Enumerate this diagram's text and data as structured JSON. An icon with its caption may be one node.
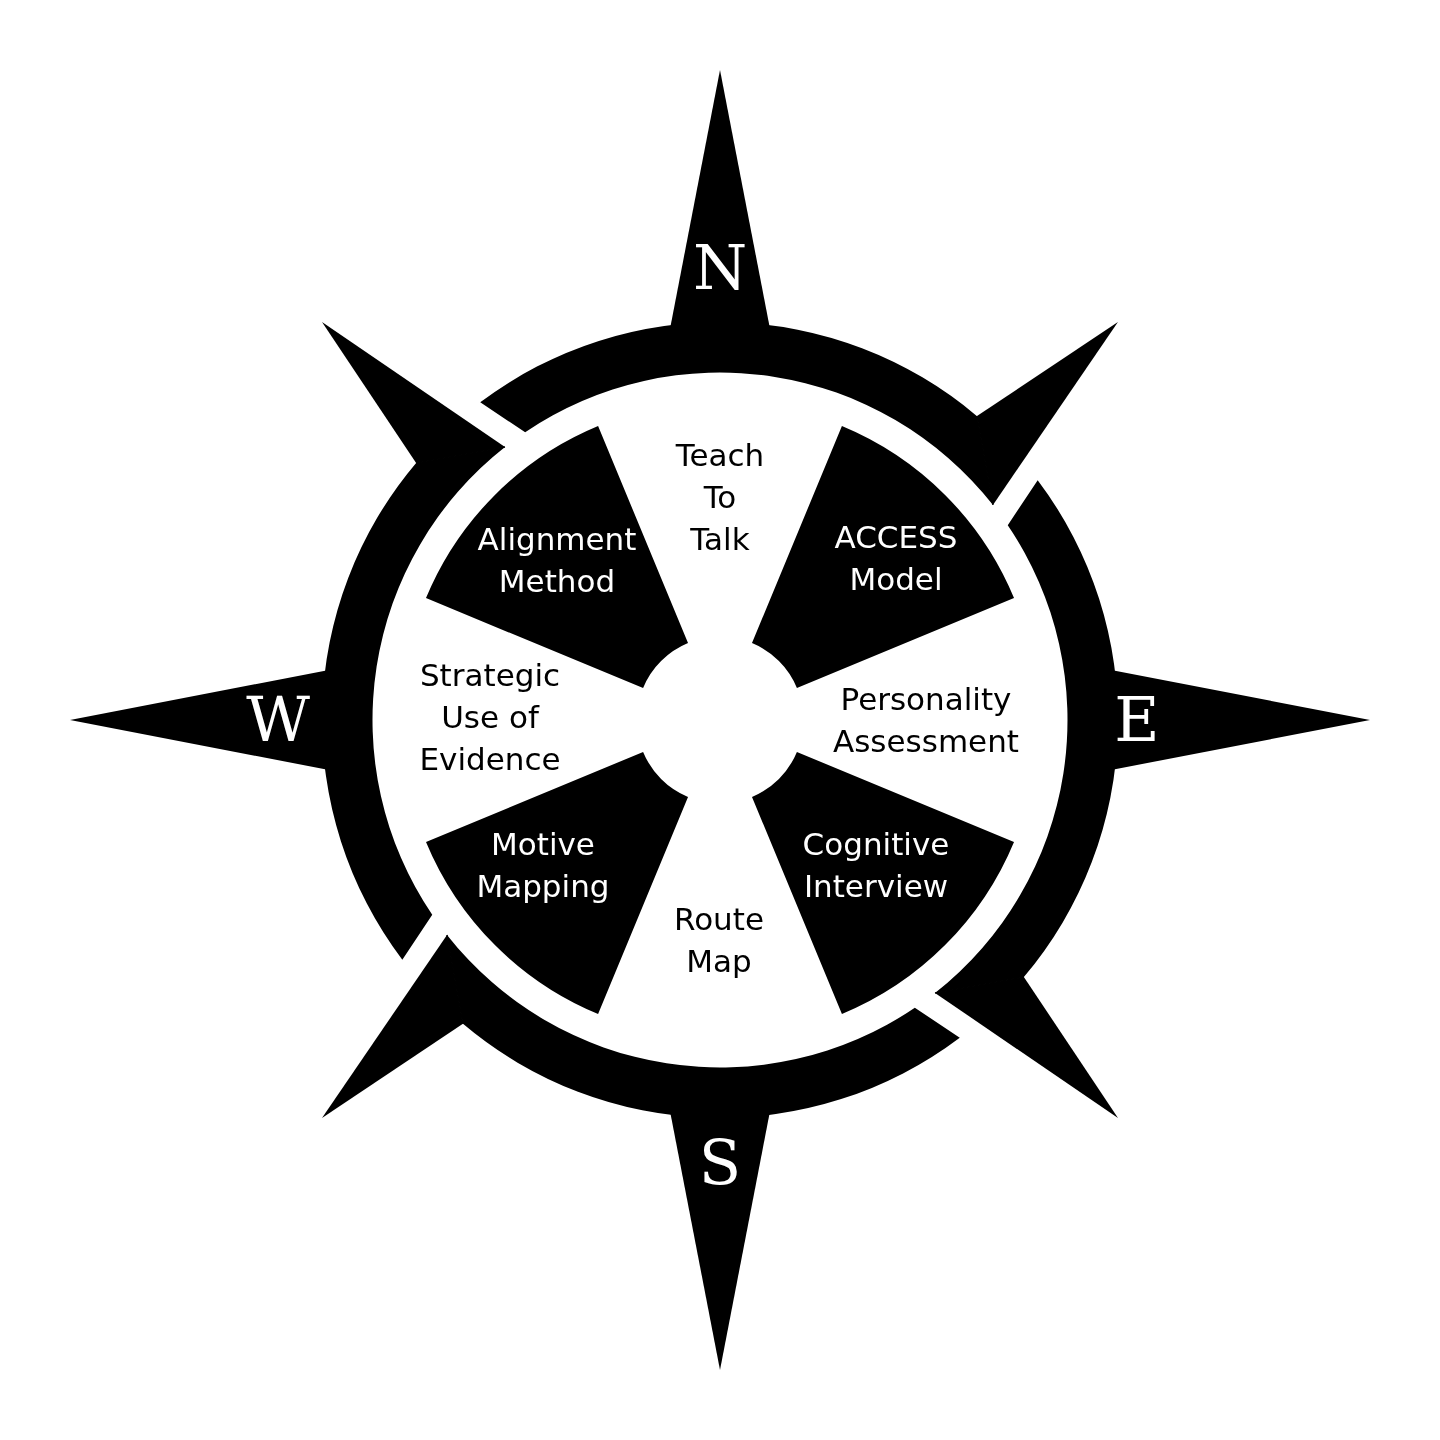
{
  "diagram": {
    "nodes": [
      {
        "text": [
          "N"
        ]
      },
      {
        "text": [],
        "shape": "triangle"
      },
      {
        "text": [],
        "shape": "triangle"
      },
      {
        "text": [
          "Teach To Talk"
        ]
      },
      {
        "text": [
          "Alignment Method"
        ]
      },
      {
        "text": [
          "ACCESS Model"
        ]
      },
      {
        "text": [
          "Strategic Use of Evidence"
        ]
      },
      {
        "text": [
          "W"
        ]
      },
      {
        "text": [
          "Personality Assessment"
        ]
      },
      {
        "text": [
          "E"
        ]
      },
      {
        "text": [
          "Motive Mapping"
        ]
      },
      {
        "text": [
          "Cognitive Interview"
        ]
      },
      {
        "text": [
          "Route Map"
        ]
      },
      {
        "text": [],
        "shape": "triangle"
      },
      {
        "text": [],
        "shape": "triangle"
      },
      {
        "text": [
          "S"
        ]
      }
    ]
  }
}
